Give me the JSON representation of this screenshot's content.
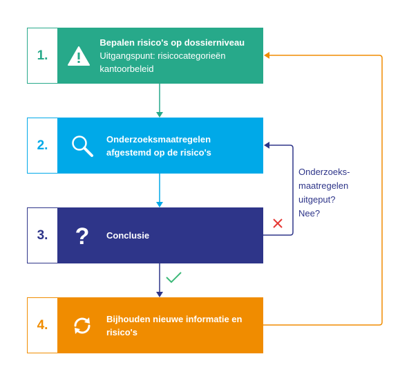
{
  "steps": [
    {
      "number": "1.",
      "title": "Bepalen risico's op dossierniveau",
      "subtitle": "Uitgangspunt: risicocategorieën kantoorbeleid",
      "icon": "warning-icon",
      "color": "#27a98a"
    },
    {
      "number": "2.",
      "title": "Onderzoeksmaatregelen afgestemd op de risico's",
      "subtitle": "",
      "icon": "search-icon",
      "color": "#00a9e8"
    },
    {
      "number": "3.",
      "title": "Conclusie",
      "subtitle": "",
      "icon": "question-icon",
      "color": "#2e3589"
    },
    {
      "number": "4.",
      "title": "Bijhouden nieuwe informatie en risico's",
      "subtitle": "",
      "icon": "refresh-icon",
      "color": "#f08c00"
    }
  ],
  "loop_label": {
    "line1": "Onderzoeks-",
    "line2": "maatregelen",
    "line3": "uitgeput?",
    "line4": "Nee?"
  },
  "marks": {
    "yes": "check-icon",
    "no": "cross-icon",
    "yes_color": "#3cb878",
    "no_color": "#e53935"
  }
}
